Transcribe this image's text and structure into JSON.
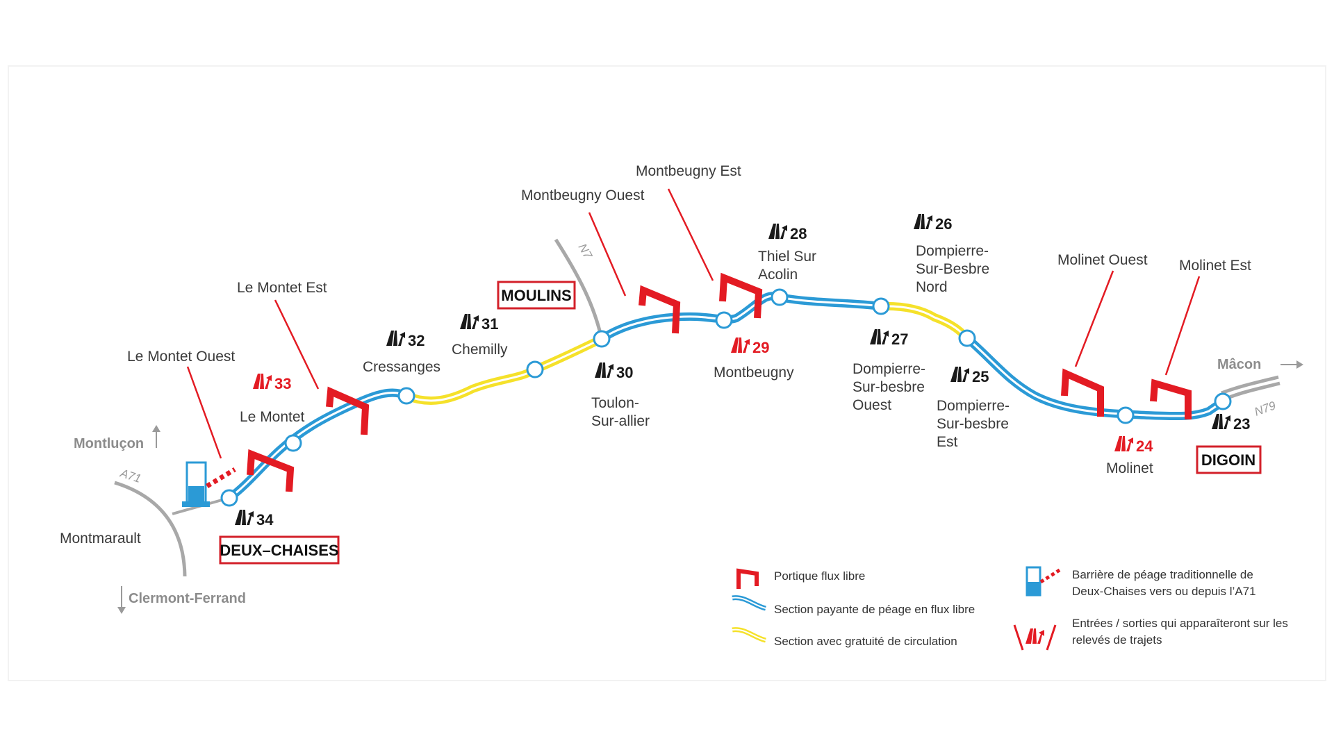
{
  "colors": {
    "toll_section": "#2b9ad6",
    "free_section": "#f5e12a",
    "gantry": "#e31b23",
    "road": "#a8a8a8",
    "city_border": "#d3202a",
    "text": "#3a3a3a"
  },
  "directions": {
    "montlucon": "Montluçon",
    "clermont": "Clermont-Ferrand",
    "macon": "Mâcon",
    "montmarault": "Montmarault"
  },
  "roads": {
    "a71": "A71",
    "n7": "N7",
    "n79": "N79"
  },
  "cities": {
    "deux_chaises": "DEUX–CHAISES",
    "moulins": "MOULINS",
    "digoin": "DIGOIN"
  },
  "exits": [
    {
      "num": "34",
      "name": "",
      "red": false
    },
    {
      "num": "33",
      "name": "Le Montet",
      "red": true
    },
    {
      "num": "32",
      "name": "Cressanges",
      "red": false
    },
    {
      "num": "31",
      "name": "Chemilly",
      "red": false
    },
    {
      "num": "30",
      "name": "Toulon-Sur-allier",
      "red": false
    },
    {
      "num": "29",
      "name": "Montbeugny",
      "red": true
    },
    {
      "num": "28",
      "name": "Thiel Sur Acolin",
      "red": false
    },
    {
      "num": "27",
      "name": "Dompierre-Sur-besbre Ouest",
      "red": false
    },
    {
      "num": "26",
      "name": "Dompierre-Sur-Besbre Nord",
      "red": false
    },
    {
      "num": "25",
      "name": "Dompierre-Sur-besbre Est",
      "red": false
    },
    {
      "num": "24",
      "name": "Molinet",
      "red": true
    },
    {
      "num": "23",
      "name": "",
      "red": false
    }
  ],
  "exit_lines": {
    "e28": [
      "Thiel Sur",
      "Acolin"
    ],
    "e30": [
      "Toulon-",
      "Sur-allier"
    ],
    "e27": [
      "Dompierre-",
      "Sur-besbre",
      "Ouest"
    ],
    "e26": [
      "Dompierre-",
      "Sur-Besbre",
      "Nord"
    ],
    "e25": [
      "Dompierre-",
      "Sur-besbre",
      "Est"
    ]
  },
  "gantries": [
    "Le Montet Ouest",
    "Le Montet Est",
    "Montbeugny Ouest",
    "Montbeugny Est",
    "Molinet Ouest",
    "Molinet Est"
  ],
  "legend": {
    "gantry": "Portique flux libre",
    "toll_section": "Section payante de péage en flux libre",
    "free_section": "Section avec gratuité de circulation",
    "barrier_line1": "Barrière de péage traditionnelle de",
    "barrier_line2": "Deux-Chaises vers ou depuis l’A71",
    "exits_line1": "Entrées / sorties qui apparaîteront sur les",
    "exits_line2": "relevés de trajets"
  }
}
